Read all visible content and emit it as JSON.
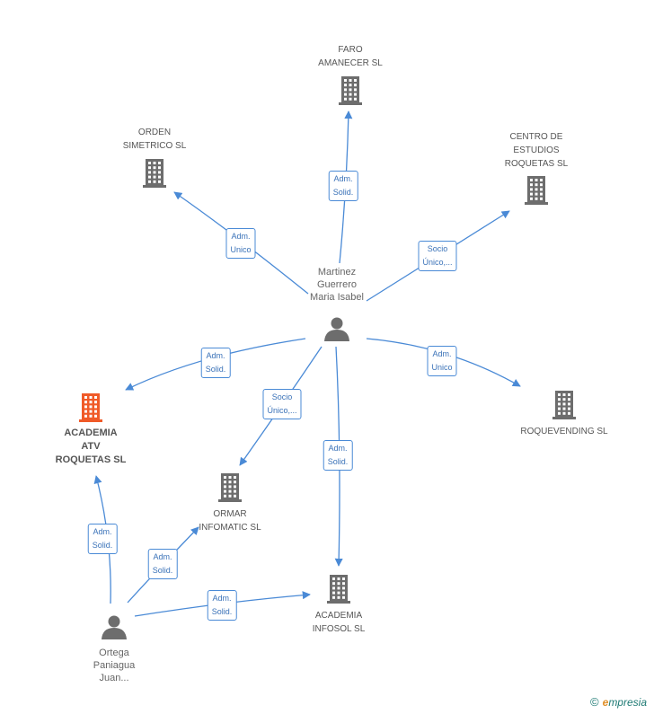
{
  "companies": [
    {
      "id": "faro",
      "lines": [
        "FARO",
        "AMANECER SL"
      ],
      "focus": false
    },
    {
      "id": "orden",
      "lines": [
        "ORDEN",
        "SIMETRICO SL"
      ],
      "focus": false
    },
    {
      "id": "centro",
      "lines": [
        "CENTRO DE",
        "ESTUDIOS",
        "ROQUETAS SL"
      ],
      "focus": false
    },
    {
      "id": "academia-atv",
      "lines": [
        "ACADEMIA",
        "ATV",
        "ROQUETAS SL"
      ],
      "focus": true
    },
    {
      "id": "roquevending",
      "lines": [
        "ROQUEVENDING SL"
      ],
      "focus": false
    },
    {
      "id": "ormar",
      "lines": [
        "ORMAR",
        "INFOMATIC SL"
      ],
      "focus": false
    },
    {
      "id": "infosol",
      "lines": [
        "ACADEMIA",
        "INFOSOL  SL"
      ],
      "focus": false
    }
  ],
  "persons": [
    {
      "id": "martinez",
      "lines": [
        "Martinez",
        "Guerrero",
        "Maria Isabel"
      ]
    },
    {
      "id": "ortega",
      "lines": [
        "Ortega",
        "Paniagua",
        "Juan..."
      ]
    }
  ],
  "edges": [
    {
      "from": "martinez",
      "to": "faro",
      "label": [
        "Adm.",
        "Solid."
      ]
    },
    {
      "from": "martinez",
      "to": "orden",
      "label": [
        "Adm.",
        "Unico"
      ]
    },
    {
      "from": "martinez",
      "to": "centro",
      "label": [
        "Socio",
        "Único,..."
      ]
    },
    {
      "from": "martinez",
      "to": "academia-atv",
      "label": [
        "Adm.",
        "Solid."
      ]
    },
    {
      "from": "martinez",
      "to": "roquevending",
      "label": [
        "Adm.",
        "Unico"
      ]
    },
    {
      "from": "martinez",
      "to": "ormar",
      "label": [
        "Socio",
        "Único,..."
      ]
    },
    {
      "from": "martinez",
      "to": "infosol",
      "label": [
        "Adm.",
        "Solid."
      ]
    },
    {
      "from": "ortega",
      "to": "academia-atv",
      "label": [
        "Adm.",
        "Solid."
      ]
    },
    {
      "from": "ortega",
      "to": "ormar",
      "label": [
        "Adm.",
        "Solid."
      ]
    },
    {
      "from": "ortega",
      "to": "infosol",
      "label": [
        "Adm.",
        "Solid."
      ]
    }
  ],
  "colors": {
    "edge": "#4a8ad6",
    "building": "#6d6d6d",
    "focus": "#f05a28",
    "person": "#6d6d6d"
  },
  "brand": {
    "copyright": "©",
    "e": "e",
    "rest": "mpresia"
  }
}
